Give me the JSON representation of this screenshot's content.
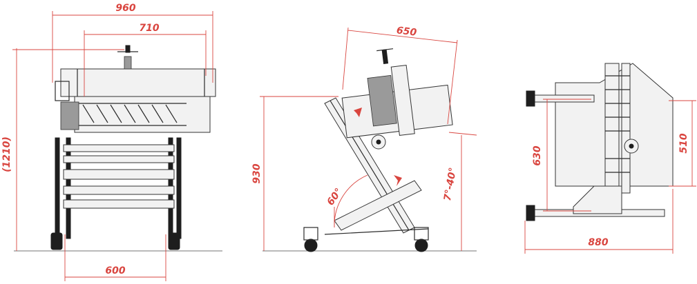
{
  "colors": {
    "dimension": "#d9453f",
    "drawing": "#222222",
    "background": "#ffffff"
  },
  "front_view": {
    "dim_overall_width": "960",
    "dim_hopper_width": "710",
    "dim_height": "(1210)",
    "dim_base_width": "600"
  },
  "side_view": {
    "dim_head_length": "650",
    "dim_height": "930",
    "angle_base": "60°",
    "angle_tilt": "7°-40°"
  },
  "top_view": {
    "dim_depth_inner": "630",
    "dim_depth_hopper": "510",
    "dim_overall_length": "880"
  }
}
